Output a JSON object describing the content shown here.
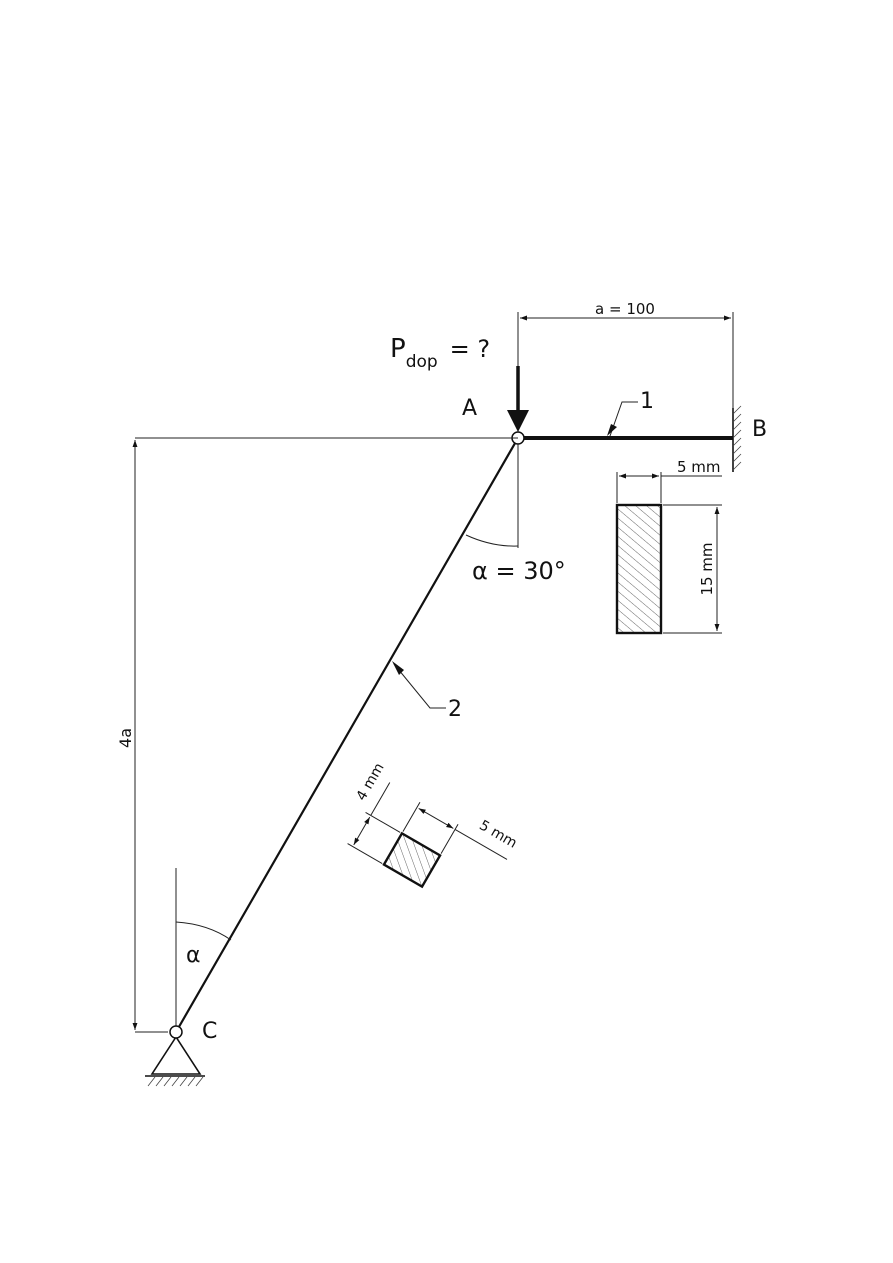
{
  "labels": {
    "point_a": "A",
    "point_b": "B",
    "point_c": "C",
    "load_p": "P",
    "load_sub": "dop",
    "load_eq": "= ?",
    "member_1": "1",
    "member_2": "2",
    "angle_top": "α = 30°",
    "angle_bottom": "α"
  },
  "dimensions": {
    "span_a": "a = 100",
    "height": "4a",
    "section1_width": "5 mm",
    "section1_height": "15 mm",
    "section2_h": "4 mm",
    "section2_w": "5 mm"
  }
}
